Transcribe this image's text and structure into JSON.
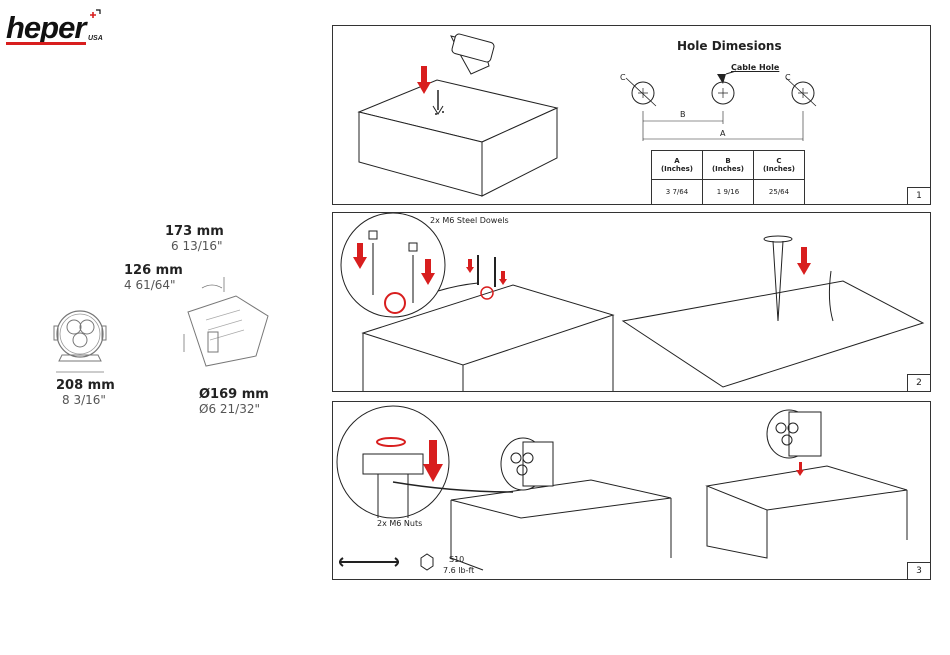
{
  "brand": {
    "logo_text": "heper",
    "logo_sub": "USA",
    "accent": "#d81e1e"
  },
  "dimensions": {
    "height": {
      "metric": "173 mm",
      "imperial": "6 13/16\""
    },
    "depth": {
      "metric": "126 mm",
      "imperial": "4 61/64\""
    },
    "width": {
      "metric": "208 mm",
      "imperial": "8 3/16\""
    },
    "diameter": {
      "metric": "Ø169 mm",
      "imperial": "Ø6 21/32\""
    }
  },
  "step1": {
    "number": "1",
    "title": "Hole Dimesions",
    "cable_hole_label": "Cable Hole",
    "labels": {
      "a": "A",
      "b": "B",
      "c": "C"
    },
    "table": {
      "headers": [
        {
          "letter": "A",
          "unit": "(Inches)"
        },
        {
          "letter": "B",
          "unit": "(Inches)"
        },
        {
          "letter": "C",
          "unit": "(Inches)"
        }
      ],
      "values": [
        "3 7/64",
        "1 9/16",
        "25/64"
      ]
    }
  },
  "step2": {
    "number": "2",
    "dowels_label": "2x M6 Steel Dowels"
  },
  "step3": {
    "number": "3",
    "nuts_label": "2x M6 Nuts",
    "wrench_size": "S10",
    "torque": "7.6 lb-ft"
  }
}
